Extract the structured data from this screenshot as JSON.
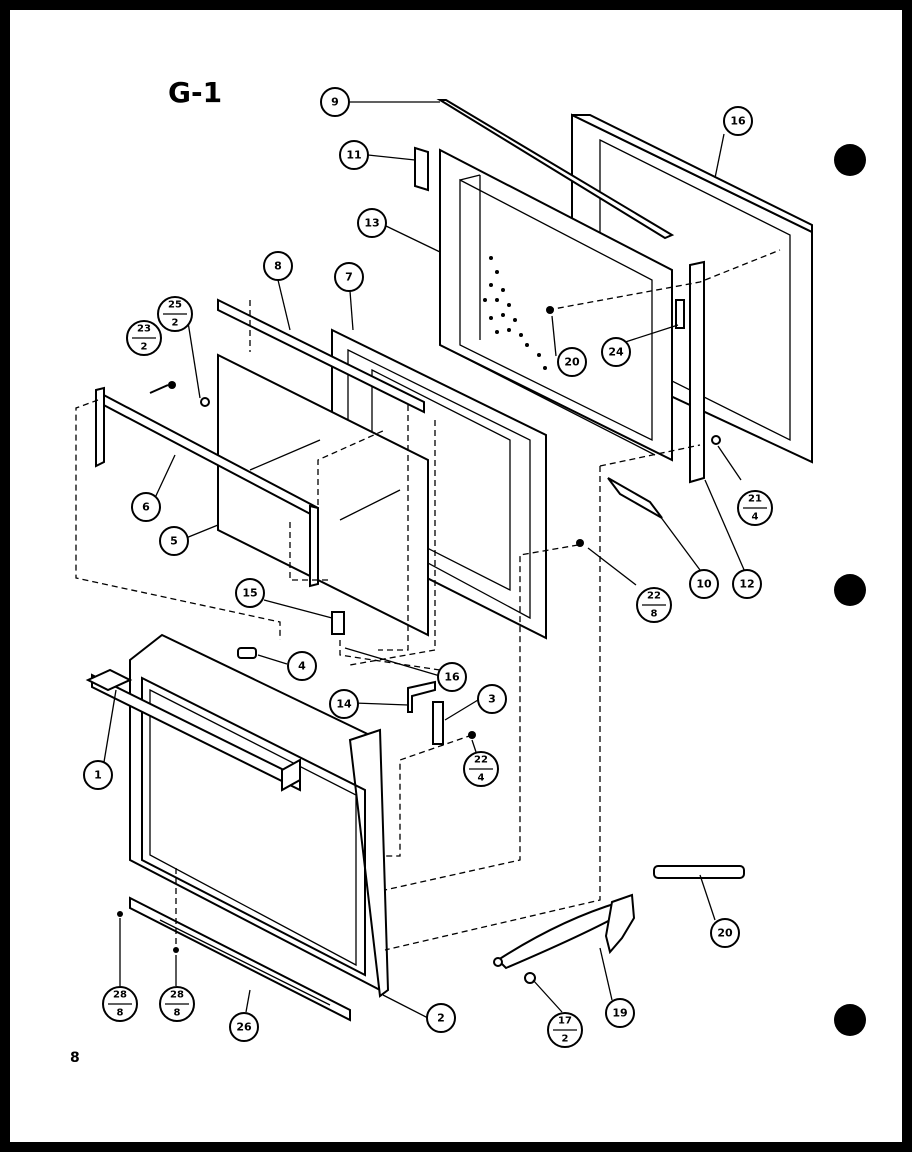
{
  "title": "G-1",
  "page_number": "8",
  "callouts": [
    {
      "id": "c-9a",
      "label": "9"
    },
    {
      "id": "c-16a",
      "label": "16"
    },
    {
      "id": "c-11",
      "label": "11"
    },
    {
      "id": "c-13",
      "label": "13"
    },
    {
      "id": "c-8",
      "label": "8"
    },
    {
      "id": "c-7",
      "label": "7"
    },
    {
      "id": "c-20a",
      "label": "20"
    },
    {
      "id": "c-24",
      "label": "24"
    },
    {
      "id": "c-6",
      "label": "6"
    },
    {
      "id": "c-5",
      "label": "5"
    },
    {
      "id": "c-10",
      "label": "10"
    },
    {
      "id": "c-12",
      "label": "12"
    },
    {
      "id": "c-15",
      "label": "15"
    },
    {
      "id": "c-4",
      "label": "4"
    },
    {
      "id": "c-16b",
      "label": "16"
    },
    {
      "id": "c-14",
      "label": "14"
    },
    {
      "id": "c-3",
      "label": "3"
    },
    {
      "id": "c-1",
      "label": "1"
    },
    {
      "id": "c-20b",
      "label": "20"
    },
    {
      "id": "c-19",
      "label": "19"
    },
    {
      "id": "c-26",
      "label": "26"
    },
    {
      "id": "c-2",
      "label": "2"
    }
  ],
  "fractions": [
    {
      "id": "f-25-2",
      "num": "25",
      "den": "2"
    },
    {
      "id": "f-23-2",
      "num": "23",
      "den": "2"
    },
    {
      "id": "f-21-4",
      "num": "21",
      "den": "4"
    },
    {
      "id": "f-22-8",
      "num": "22",
      "den": "8"
    },
    {
      "id": "f-22-4",
      "num": "22",
      "den": "4"
    },
    {
      "id": "f-28-8a",
      "num": "28",
      "den": "8"
    },
    {
      "id": "f-28-8b",
      "num": "28",
      "den": "8"
    },
    {
      "id": "f-17-2",
      "num": "17",
      "den": "2"
    }
  ]
}
